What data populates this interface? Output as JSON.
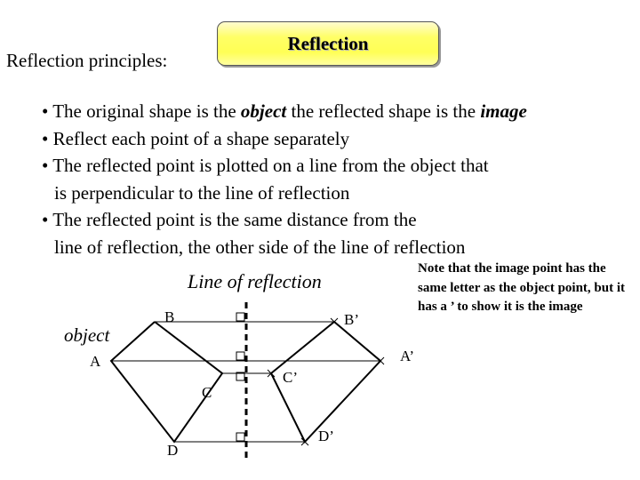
{
  "principles_label": "Reflection principles:",
  "title": "Reflection",
  "bullets": [
    {
      "parts": [
        {
          "text": "• The original shape is the ",
          "style": "normal"
        },
        {
          "text": "object",
          "style": "bold-italic"
        },
        {
          "text": " the reflected shape is the ",
          "style": "normal"
        },
        {
          "text": "image",
          "style": "bold-italic"
        }
      ]
    },
    {
      "parts": [
        {
          "text": "• Reflect each point of a shape separately",
          "style": "normal"
        }
      ]
    },
    {
      "parts": [
        {
          "text": "• The reflected point is plotted on a line from the object that",
          "style": "normal"
        }
      ]
    },
    {
      "parts": [
        {
          "text": "is perpendicular to the line of reflection",
          "style": "normal"
        }
      ],
      "indent": true
    },
    {
      "parts": [
        {
          "text": "• The reflected point is the same distance from the",
          "style": "normal"
        }
      ]
    },
    {
      "parts": [
        {
          "text": "line of reflection, the other side of the line of reflection",
          "style": "normal"
        }
      ],
      "indent": true
    }
  ],
  "note": "Note that the image point has the same letter as the object point, but it has a ’ to show it is the image",
  "diagram": {
    "line_of_reflection_label": "Line of reflection",
    "object_label": "object",
    "points": {
      "A": "A",
      "B": "B",
      "C": "C",
      "D": "D",
      "A_prime": "A’",
      "B_prime": "B’",
      "C_prime": "C’",
      "D_prime": "D’"
    }
  }
}
